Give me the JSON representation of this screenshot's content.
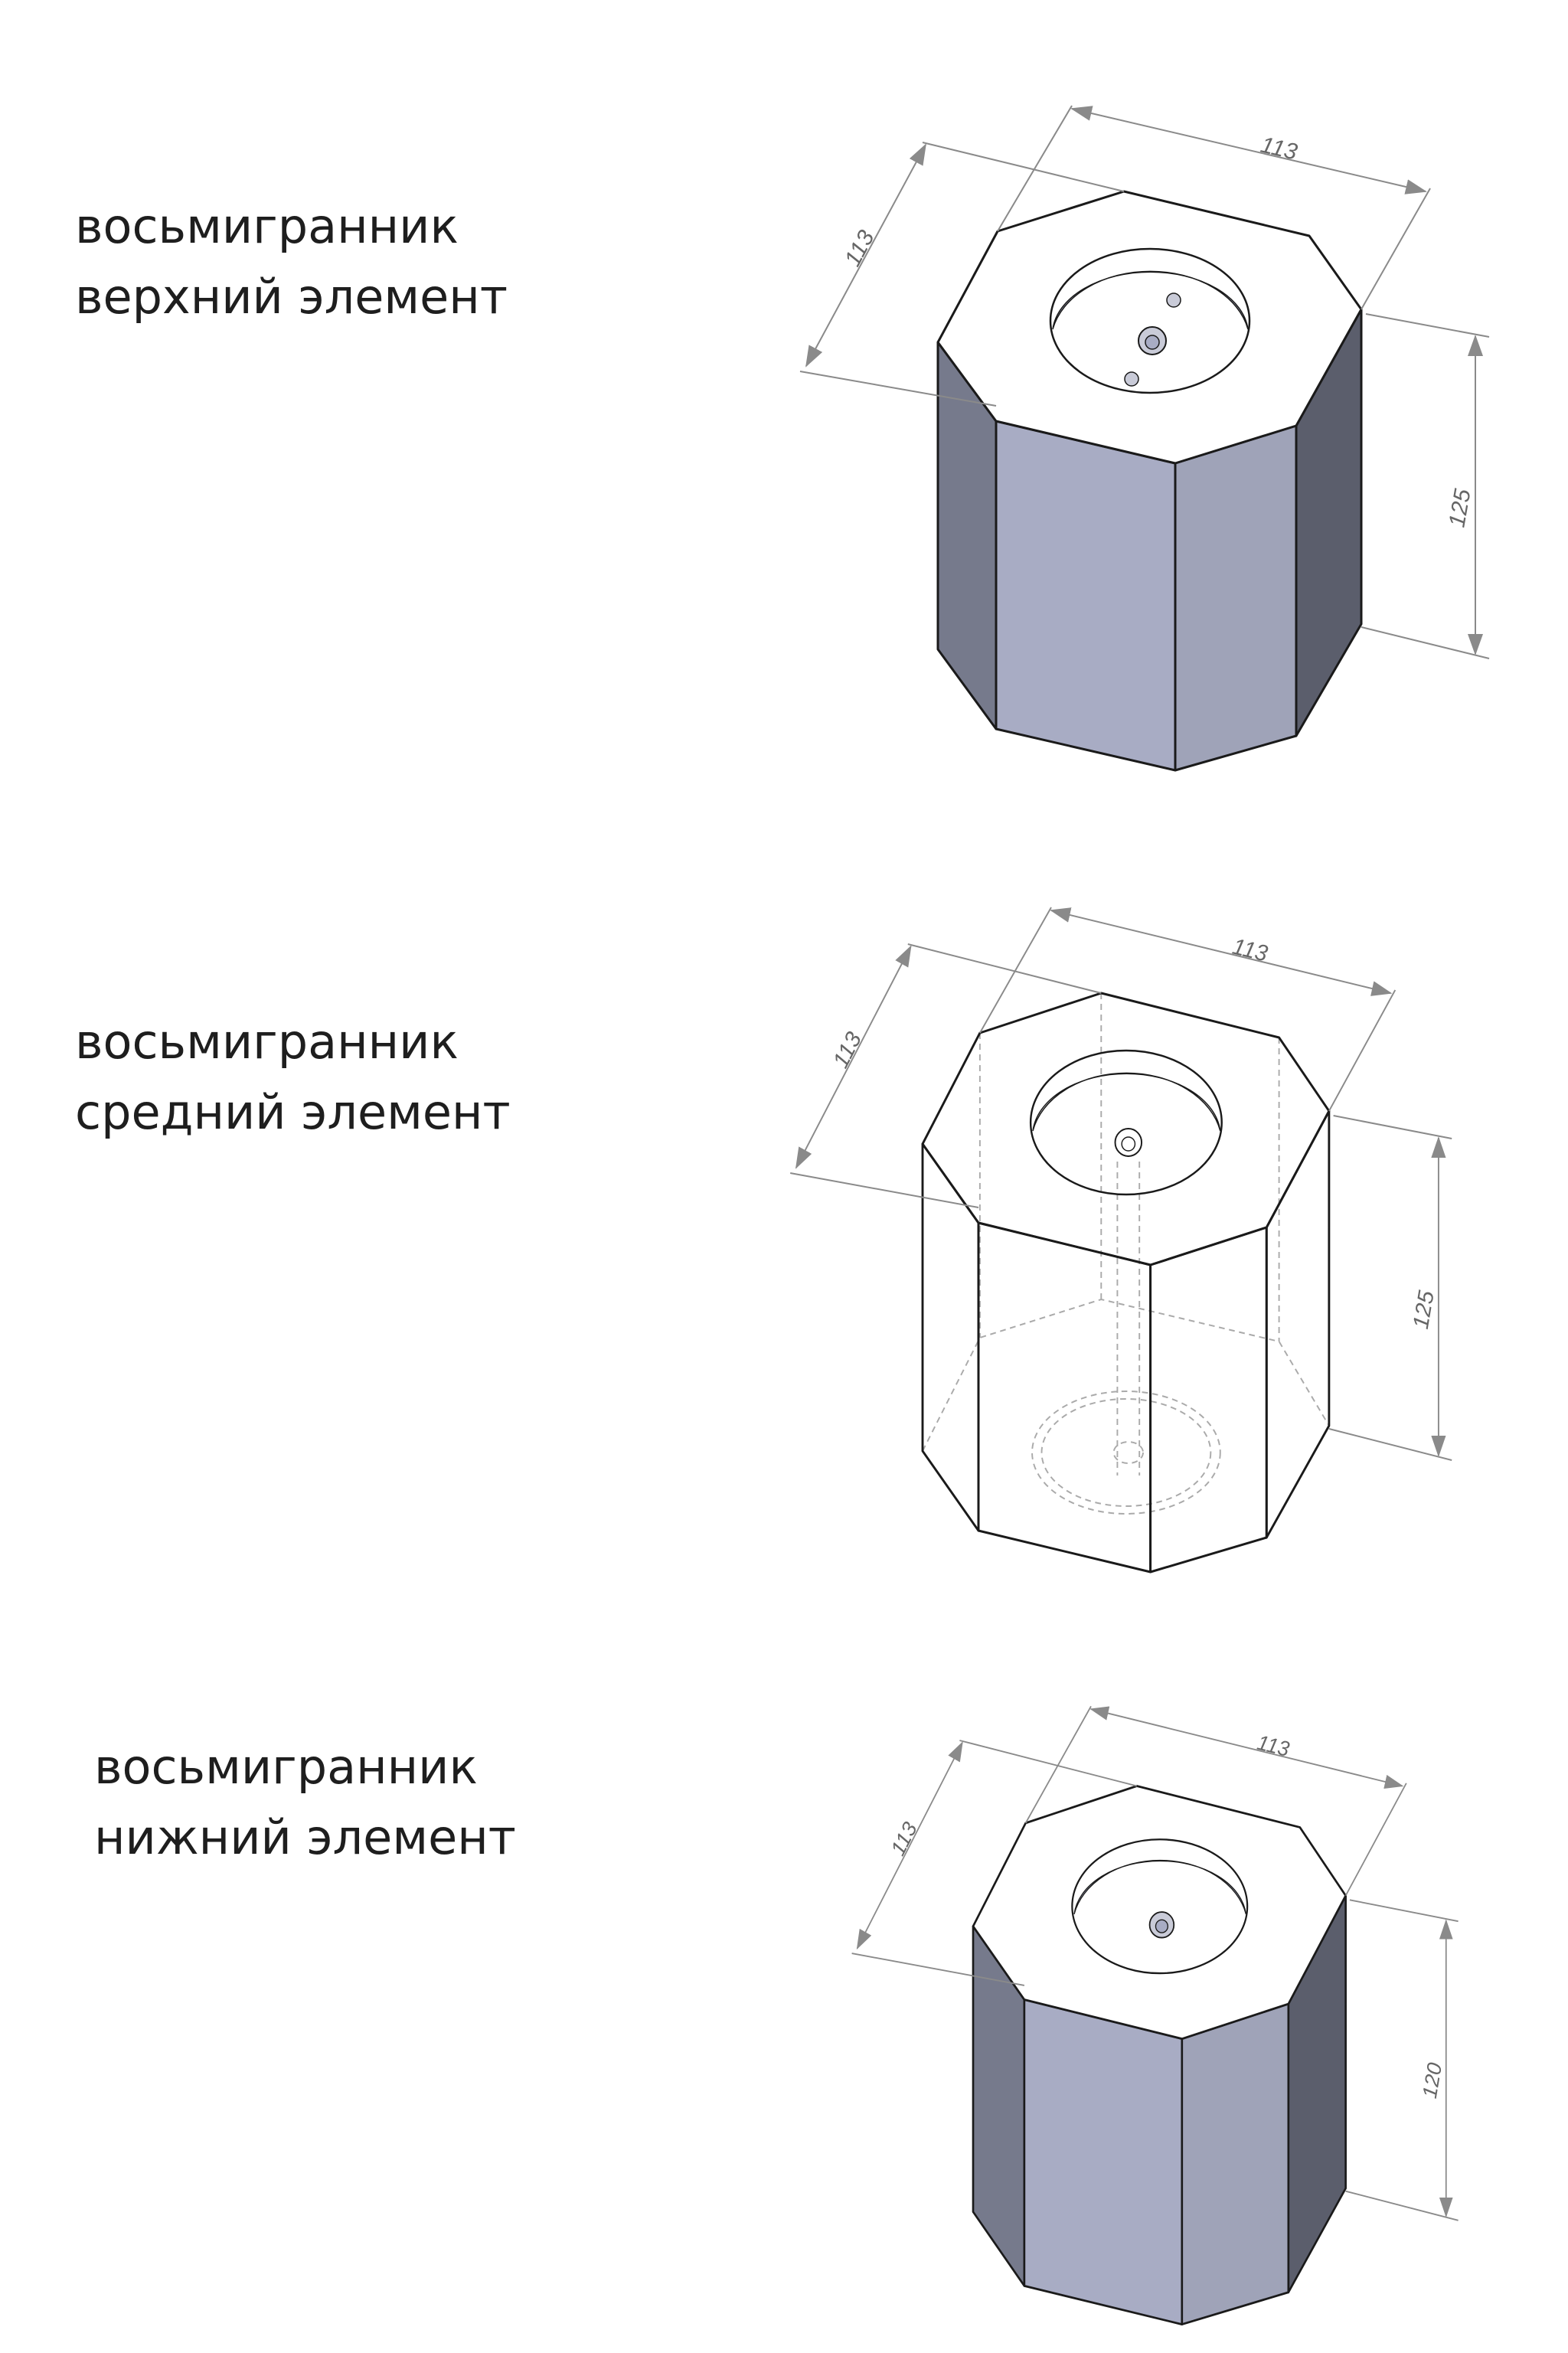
{
  "parts": [
    {
      "title": "восьмигранник",
      "subtitle": "верхний элемент",
      "dims": {
        "width": "113",
        "depth": "113",
        "height": "125"
      }
    },
    {
      "title": "восьмигранник",
      "subtitle": "средний элемент",
      "dims": {
        "width": "113",
        "depth": "113",
        "height": "125"
      }
    },
    {
      "title": "восьмигранник",
      "subtitle": "нижний элемент",
      "dims": {
        "width": "113",
        "depth": "113",
        "height": "120"
      }
    }
  ],
  "colors": {
    "face_left": "#767a8c",
    "face_front": "#a8acc4",
    "face_right": "#9fa3b8",
    "face_far_right": "#5b5e6c",
    "top": "#ffffff"
  }
}
